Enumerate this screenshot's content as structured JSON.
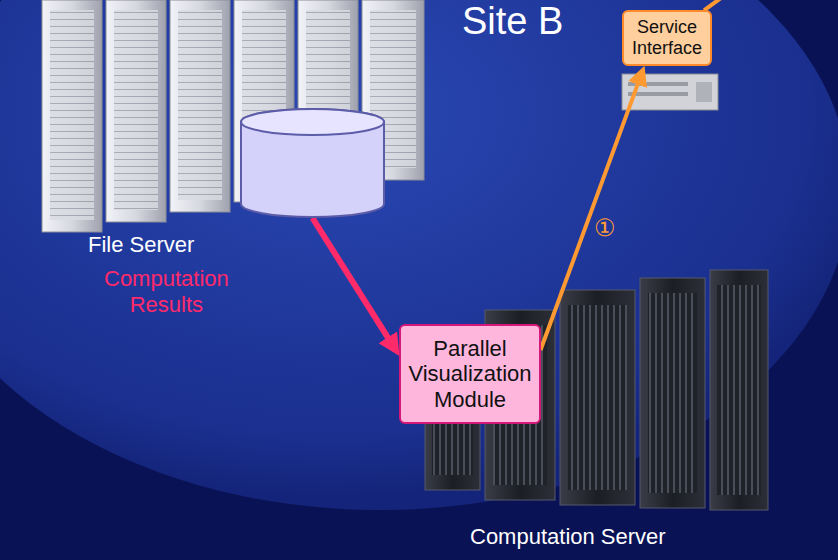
{
  "diagram": {
    "nodes": [
      {
        "text": [
          "File Server"
        ]
      },
      {
        "text": [
          "Service Interface"
        ]
      },
      {
        "text": [
          "Parallel Visualization Module"
        ]
      }
    ],
    "edges": [
      {
        "from": 0,
        "to": 2,
        "label": "Computation Results",
        "arrow": "to"
      },
      {
        "from": 2,
        "to": 1,
        "label": "①",
        "arrow": "to"
      }
    ],
    "labels": [
      "Site B",
      "Computation Server"
    ]
  }
}
